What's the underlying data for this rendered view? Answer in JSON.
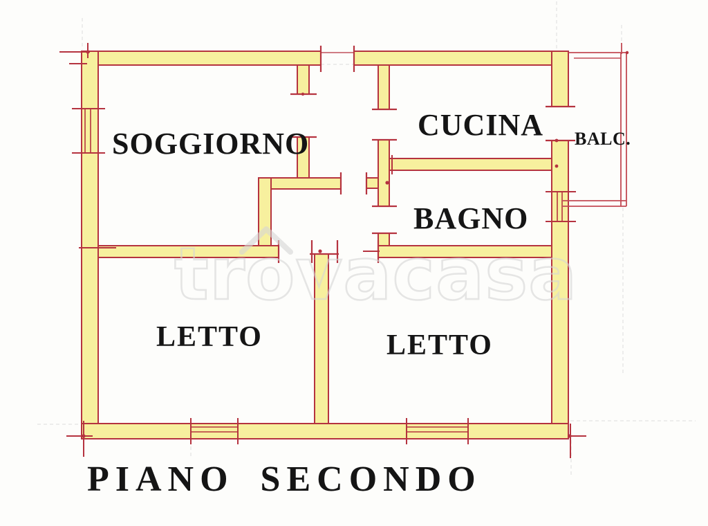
{
  "title": "PIANO SECONDO",
  "watermark": {
    "text": "trovacasa"
  },
  "rooms": [
    {
      "id": "soggiorno",
      "label": "SOGGIORNO"
    },
    {
      "id": "cucina",
      "label": "CUCINA"
    },
    {
      "id": "bagno",
      "label": "BAGNO"
    },
    {
      "id": "letto_sx",
      "label": "LETTO"
    },
    {
      "id": "letto_dx",
      "label": "LETTO"
    },
    {
      "id": "balcone",
      "label": "BALC."
    }
  ],
  "colors": {
    "wall_fill": "#F7F09E",
    "wall_line": "#B5333F",
    "balcony_line": "#C24954",
    "construction_line": "#AAAAB0",
    "watermark": "#D6D6D6",
    "label_text": "#151515",
    "paper": "#FDFDFB"
  }
}
